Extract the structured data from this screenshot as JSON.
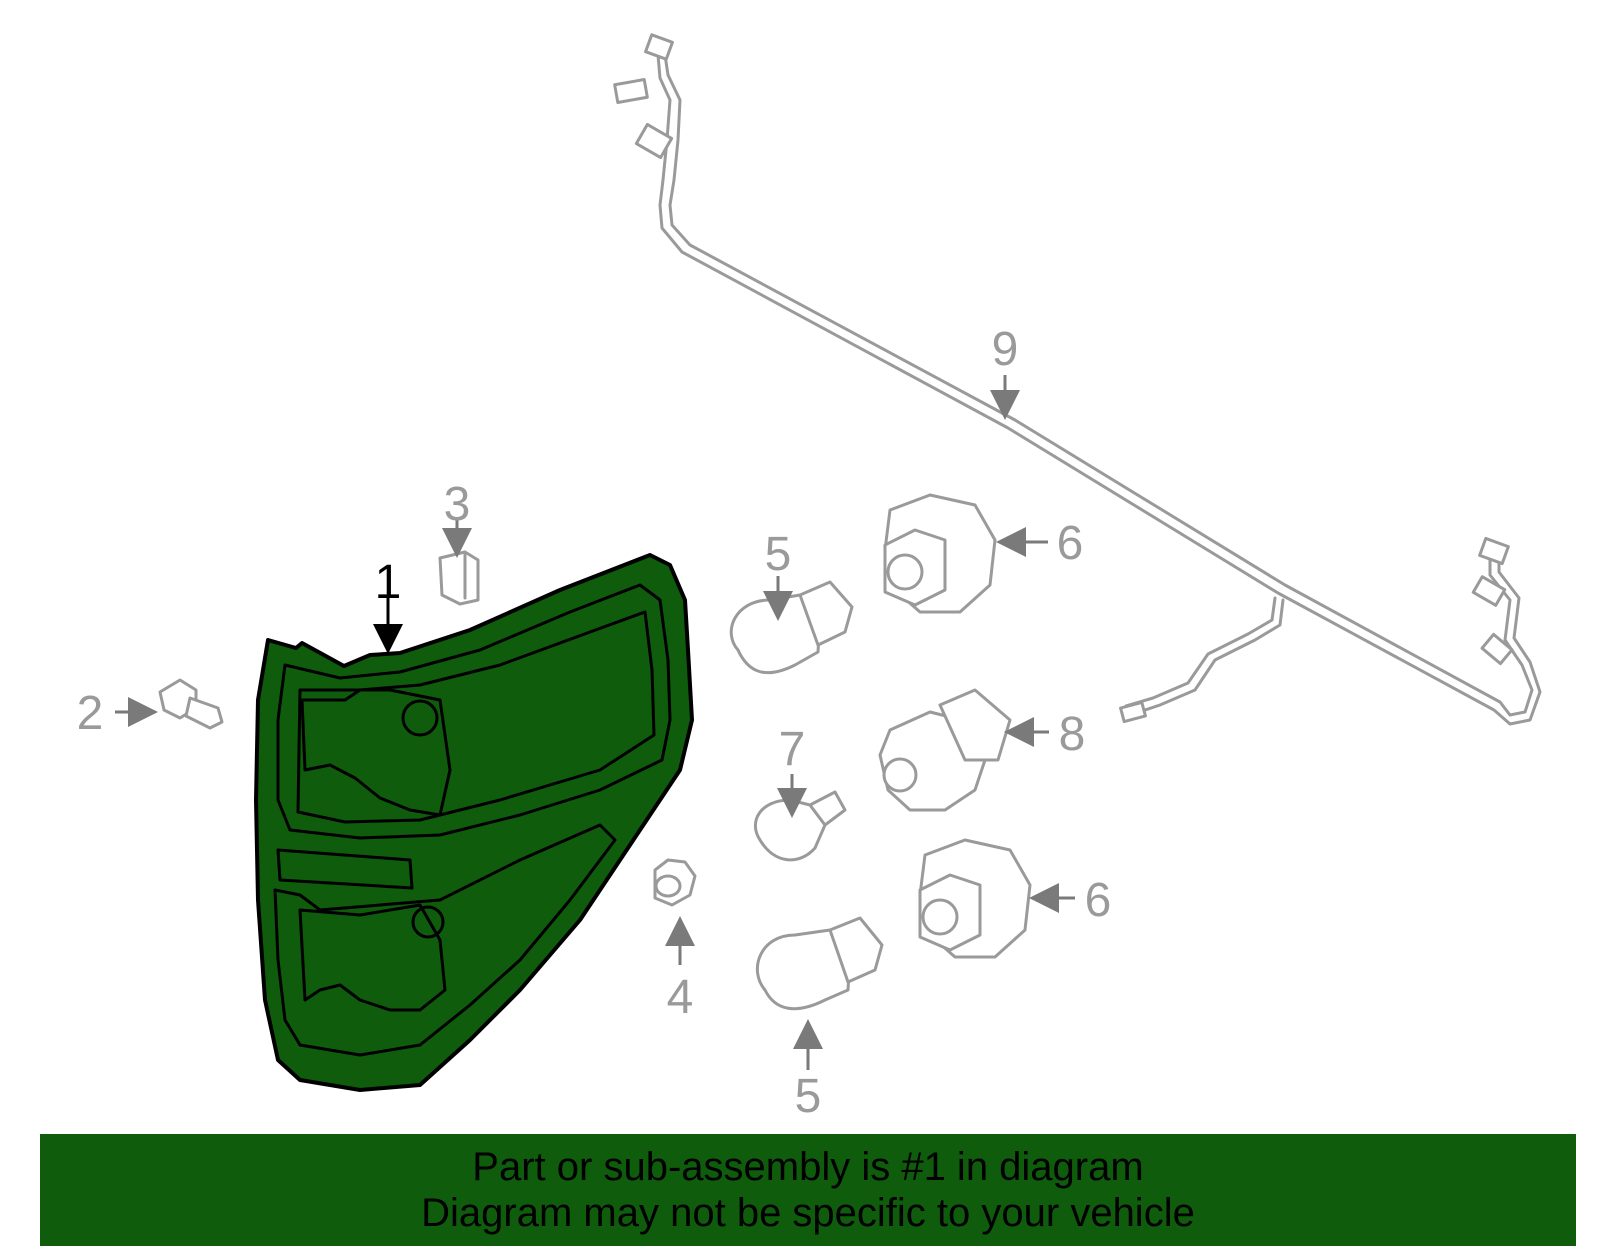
{
  "callouts": {
    "c1": "1",
    "c2": "2",
    "c3": "3",
    "c4": "4",
    "c5a": "5",
    "c5b": "5",
    "c6a": "6",
    "c6b": "6",
    "c7": "7",
    "c8": "8",
    "c9": "9"
  },
  "banner": {
    "line1": "Part or sub-assembly is #1 in diagram",
    "line2": "Diagram may not be specific to your vehicle"
  },
  "colors": {
    "highlight": "#0e5c0c",
    "part_outline": "#9a9a9a",
    "background": "#ffffff"
  }
}
